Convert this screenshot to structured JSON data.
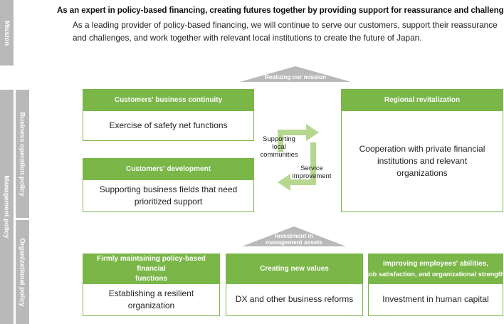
{
  "side_labels": {
    "mission": "Mission",
    "management_policy": "Management policy",
    "business_operation_policy": "Business operation policy",
    "organizational_policy": "Organizational policy"
  },
  "mission": {
    "title": "As an expert in policy-based financing, creating futures together by providing support for reassurance and challenges.",
    "body": "As a leading provider of policy-based financing, we will continue to serve our customers, support their reassurance and challenges, and work together with relevant local institutions to create the future of Japan."
  },
  "arrows": {
    "realizing": "Realizing our mission",
    "investment_line1": "Investment in",
    "investment_line2": "management assets"
  },
  "cycle": {
    "label1_line1": "Supporting local",
    "label1_line2": "communities",
    "label2_line1": "Service",
    "label2_line2": "improvement"
  },
  "business": {
    "continuity": {
      "header": "Customers' business continuity",
      "body": "Exercise of safety net functions"
    },
    "development": {
      "header": "Customers' development",
      "body": "Supporting business fields that need prioritized support"
    },
    "regional": {
      "header": "Regional revitalization",
      "body": "Cooperation with private financial institutions and relevant organizations"
    }
  },
  "organizational": {
    "maintain": {
      "header_line1": "Firmly maintaining policy-based financial",
      "header_line2": "functions",
      "body": "Establishing a resilient organization"
    },
    "values": {
      "header": "Creating new values",
      "body": "DX and other business reforms"
    },
    "employees": {
      "header_line1": "Improving employees' abilities,",
      "header_line2": "job satisfaction, and organizational strength",
      "body": "Investment in human capital"
    }
  },
  "colors": {
    "green": "#7ab648",
    "light_green": "#b5d78f",
    "grey": "#b9b9b9"
  }
}
